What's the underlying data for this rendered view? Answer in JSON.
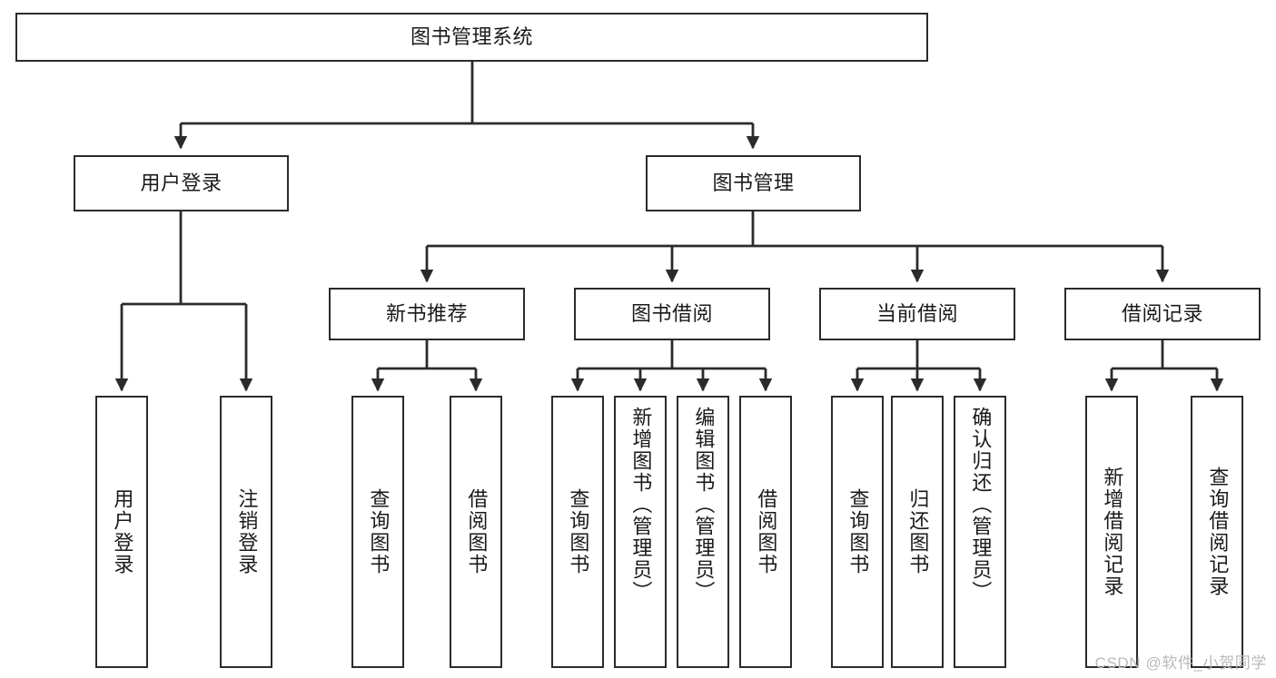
{
  "diagram": {
    "type": "tree-hierarchy-chart",
    "title": "图书管理系统",
    "colors": {
      "box_border": "#2b2b2b",
      "box_fill": "#ffffff",
      "edge": "#2b2b2b",
      "text": "#1a1a1a",
      "watermark": "#b9b9b9",
      "background": "#ffffff"
    },
    "root": {
      "label": "图书管理系统"
    },
    "level2": [
      {
        "id": "user-login",
        "label": "用户登录"
      },
      {
        "id": "book-manage",
        "label": "图书管理"
      }
    ],
    "level3": [
      {
        "id": "new-book-recommend",
        "label": "新书推荐"
      },
      {
        "id": "book-borrow",
        "label": "图书借阅"
      },
      {
        "id": "current-borrow",
        "label": "当前借阅"
      },
      {
        "id": "borrow-record",
        "label": "借阅记录"
      }
    ],
    "leaves": {
      "user_login": [
        {
          "id": "leaf-user-login",
          "label": "用户登录"
        },
        {
          "id": "leaf-logout-login",
          "label": "注销登录"
        }
      ],
      "new_book_recommend": [
        {
          "id": "leaf-query-book-1",
          "label": "查询图书"
        },
        {
          "id": "leaf-borrow-book-1",
          "label": "借阅图书"
        }
      ],
      "book_borrow": [
        {
          "id": "leaf-query-book-2",
          "label": "查询图书"
        },
        {
          "id": "leaf-add-book",
          "label": "新增图书（管理员）"
        },
        {
          "id": "leaf-edit-book",
          "label": "编辑图书（管理员）"
        },
        {
          "id": "leaf-borrow-book-2",
          "label": "借阅图书"
        }
      ],
      "current_borrow": [
        {
          "id": "leaf-query-book-3",
          "label": "查询图书"
        },
        {
          "id": "leaf-return-book",
          "label": "归还图书"
        },
        {
          "id": "leaf-confirm-return",
          "label": "确认归还（管理员）"
        }
      ],
      "borrow_record": [
        {
          "id": "leaf-add-record",
          "label": "新增借阅记录"
        },
        {
          "id": "leaf-query-record",
          "label": "查询借阅记录"
        }
      ]
    }
  },
  "watermark": {
    "text": "CSDN @软件_小贺同学"
  }
}
